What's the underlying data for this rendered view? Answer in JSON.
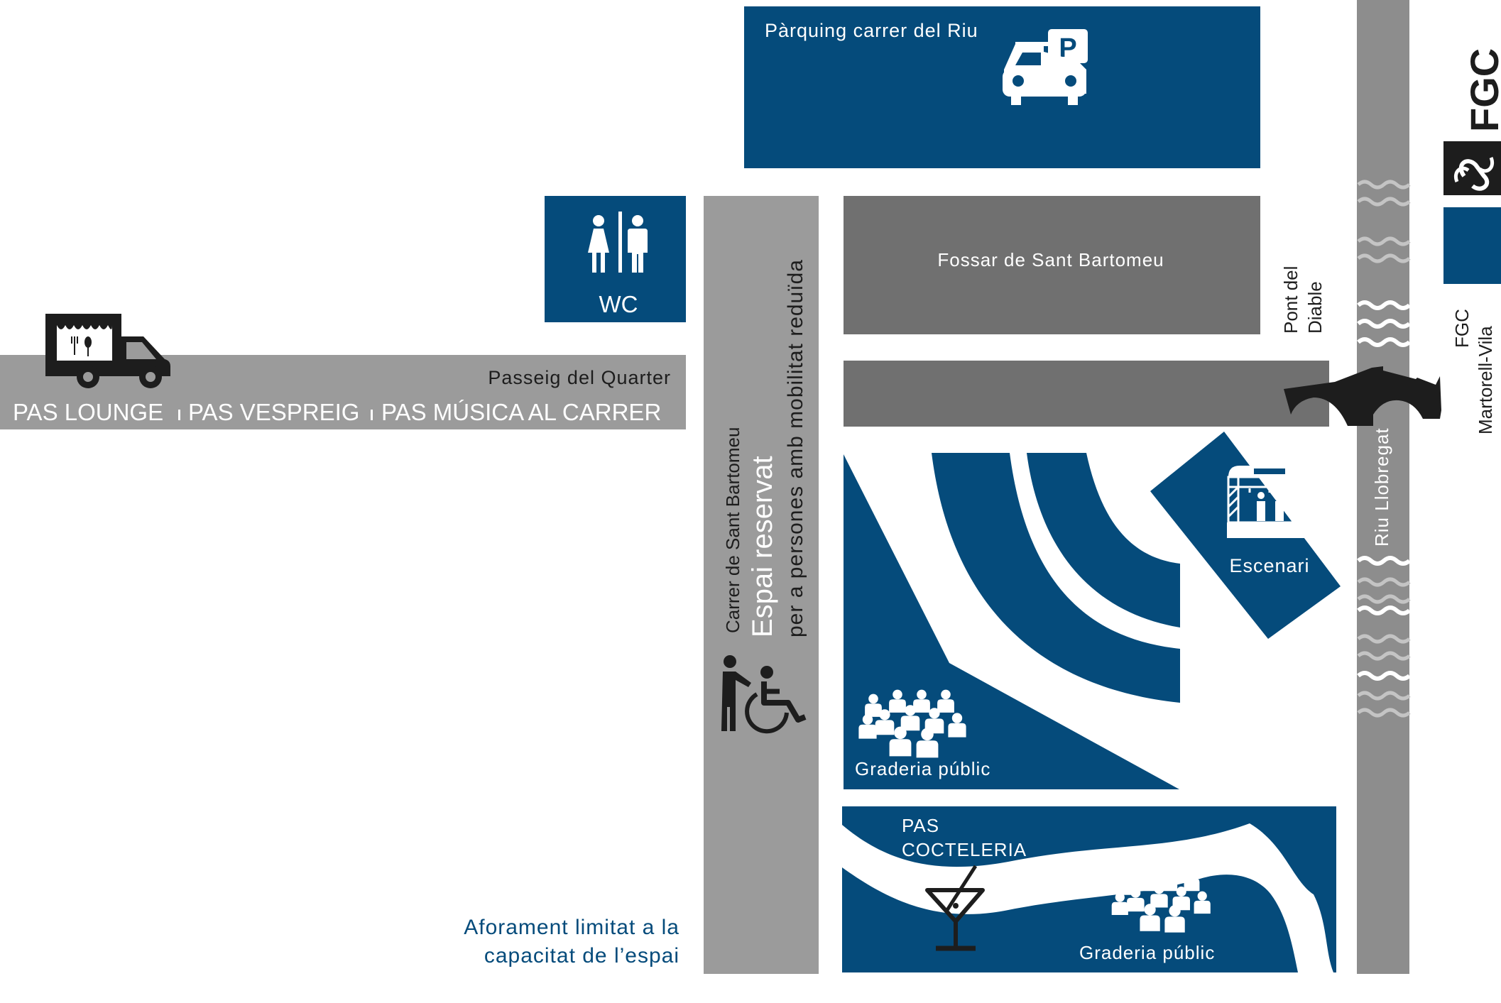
{
  "colors": {
    "blue": "#054b7b",
    "dark_gray": "#707070",
    "mid_gray": "#8d8d8d",
    "light_gray": "#9b9b9b",
    "black": "#1d1d1d",
    "white": "#ffffff"
  },
  "parking": {
    "label": "Pàrquing carrer del Riu",
    "sign": "P",
    "icon": "car-parking-icon"
  },
  "wc": {
    "label": "WC",
    "icon": "restroom-icon"
  },
  "fossar": {
    "label": "Fossar de Sant Bartomeu"
  },
  "bridge": {
    "line1": "Pont del",
    "line2": "Diable",
    "icon": "bridge-icon"
  },
  "passeig": {
    "label": "Passeig del Quarter",
    "events": [
      "PAS LOUNGE",
      "PAS VESPREIG",
      "PAS MÚSICA AL CARRER"
    ],
    "icon": "food-truck-icon"
  },
  "carrer": {
    "street": "Carrer de Sant Bartomeu",
    "reserved_title": "Espai reservat",
    "reserved_sub": "per a persones amb mobilitat reduïda",
    "icon": "wheelchair-icon"
  },
  "escenari": {
    "label": "Escenari",
    "icon": "stage-icon"
  },
  "graderia1": {
    "label": "Graderia públic",
    "icon": "audience-icon"
  },
  "graderia2": {
    "label": "Graderia públic",
    "icon": "audience-icon"
  },
  "cocteleria": {
    "line1": "PAS",
    "line2": "COCTELERIA",
    "icon": "cocktail-icon"
  },
  "river": {
    "label": "Riu Llobregat",
    "icon": "water-waves-icon"
  },
  "fgc": {
    "logo": "FGC",
    "line1": "FGC",
    "line2": "Martorell-Vila",
    "icon": "fgc-logo-icon"
  },
  "notice": {
    "line1": "Aforament limitat a la",
    "line2": "capacitat de l’espai"
  }
}
